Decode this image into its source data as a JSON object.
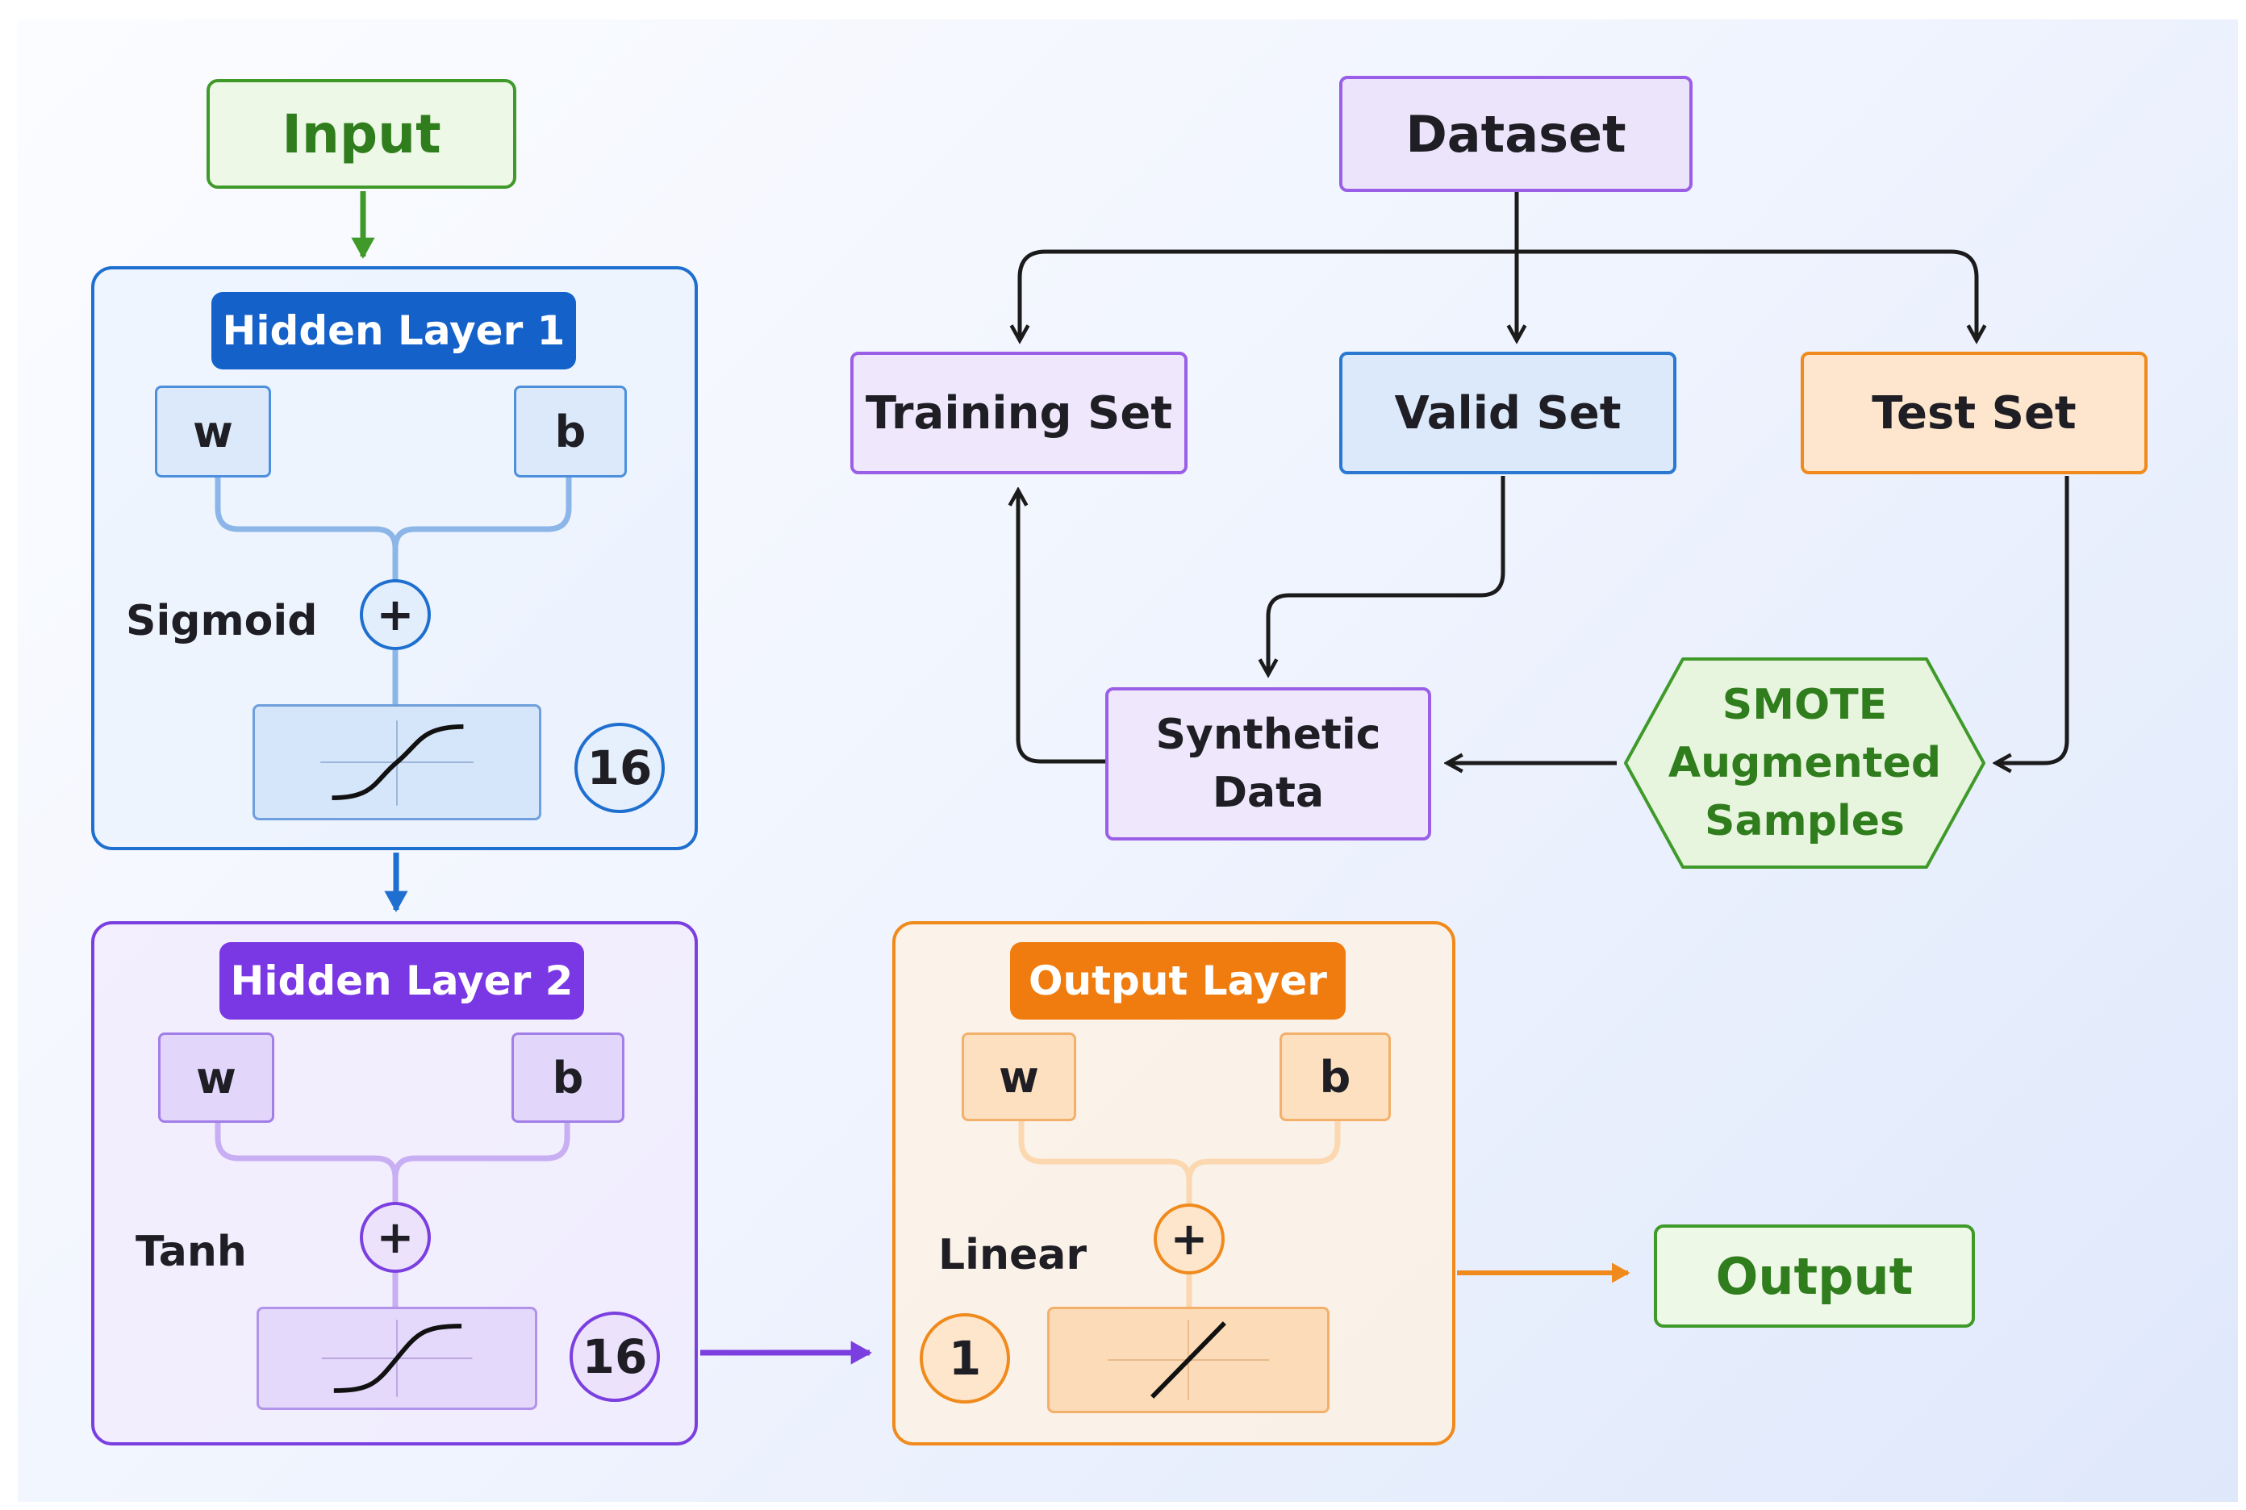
{
  "colors": {
    "green": "#3f9a2a",
    "blue": "#1e6fcf",
    "purple": "#7b3fe0",
    "orange": "#f08a1c",
    "black": "#1b1b1b"
  },
  "nodes": {
    "input": "Input",
    "dataset": "Dataset",
    "training_set": "Training Set",
    "valid_set": "Valid Set",
    "test_set": "Test Set",
    "synthetic_line1": "Synthetic",
    "synthetic_line2": "Data",
    "smote_line1": "SMOTE",
    "smote_line2": "Augmented",
    "smote_line3": "Samples",
    "output": "Output"
  },
  "hidden1": {
    "title": "Hidden Layer 1",
    "w": "w",
    "b": "b",
    "plus": "+",
    "activation": "Sigmoid",
    "units": "16",
    "icon": "sigmoid-curve-icon"
  },
  "hidden2": {
    "title": "Hidden Layer 2",
    "w": "w",
    "b": "b",
    "plus": "+",
    "activation": "Tanh",
    "units": "16",
    "icon": "tanh-curve-icon"
  },
  "output_layer": {
    "title": "Output Layer",
    "w": "w",
    "b": "b",
    "plus": "+",
    "activation": "Linear",
    "units": "1",
    "icon": "linear-line-icon"
  }
}
